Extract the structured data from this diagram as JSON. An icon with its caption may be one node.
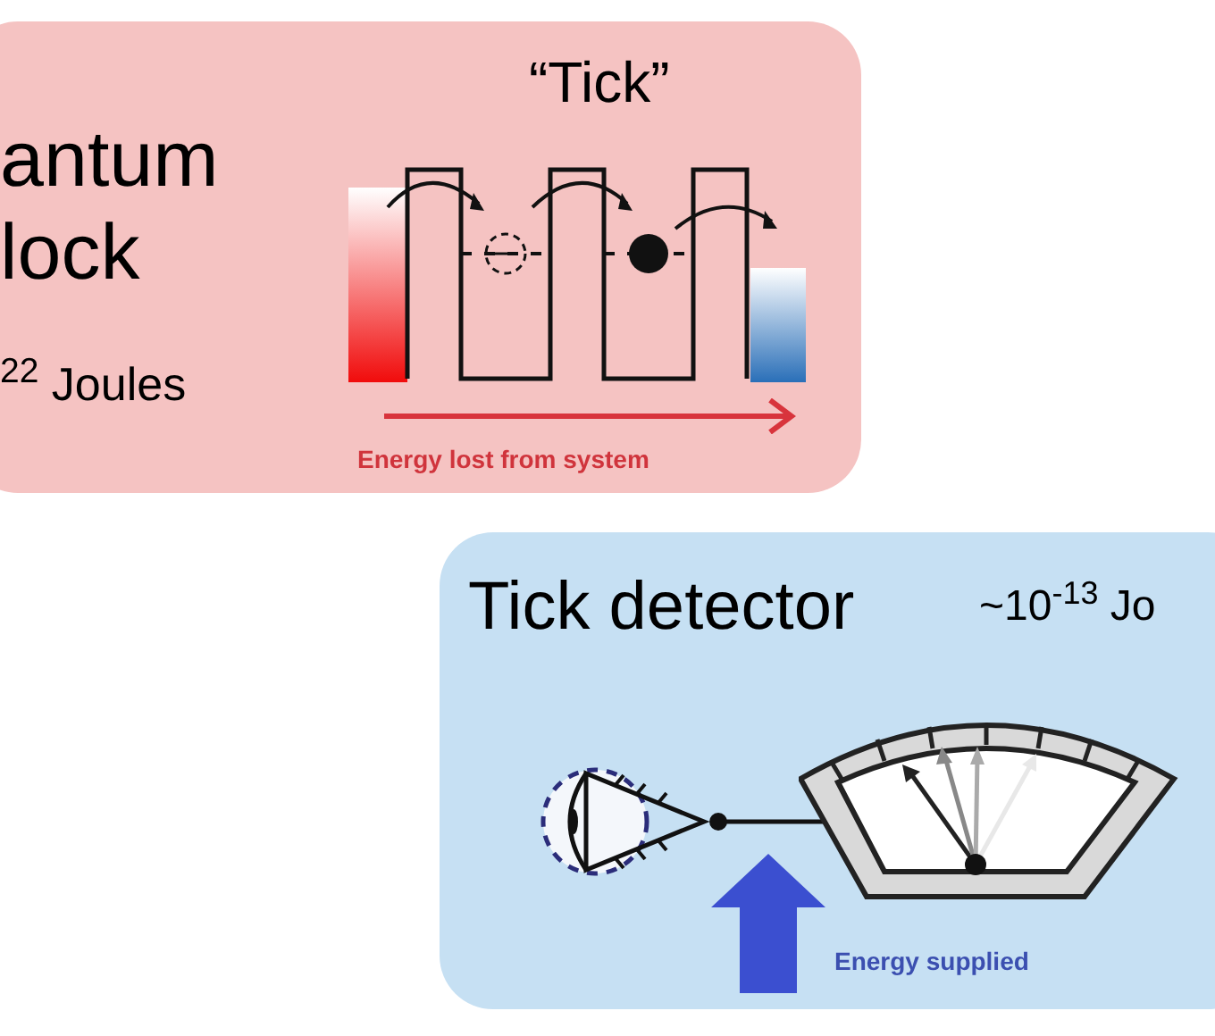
{
  "diagram": {
    "nodes": [
      {
        "text": [
          "antum lock",
          "$^{22}$ Joules",
          "“Tick”",
          "Energy lost from system"
        ]
      },
      {
        "text": [
          "Tick detector",
          "~10$^{-13}$ Jo",
          "Energy supplied"
        ]
      },
      {
        "text": [],
        "shape": "picture",
        "in": 1
      },
      {
        "text": [],
        "shape": "picture",
        "in": 1
      }
    ],
    "edges": [
      {
        "from": 2,
        "to": 3,
        "arrow": "other"
      }
    ]
  }
}
